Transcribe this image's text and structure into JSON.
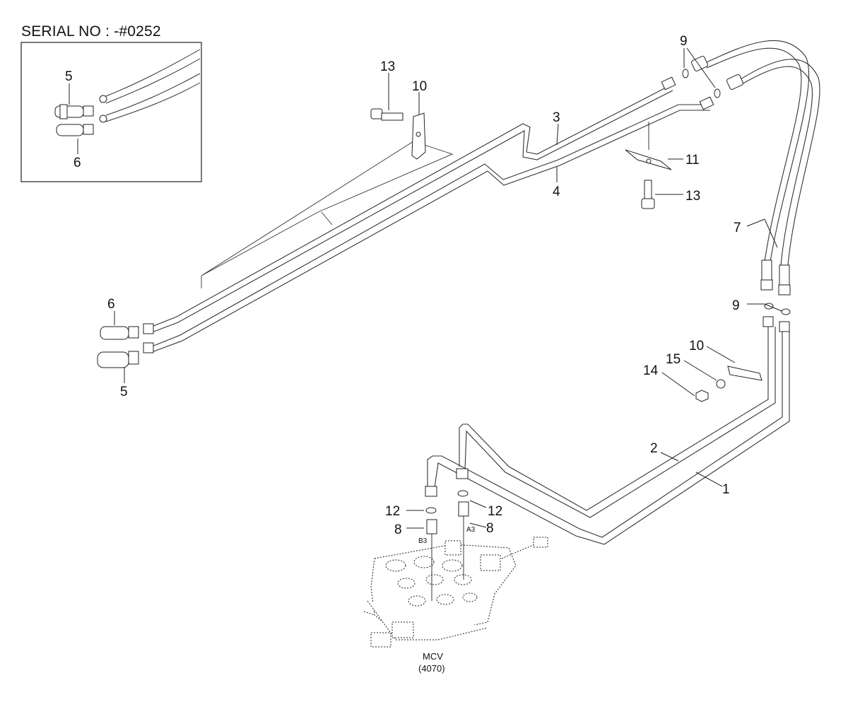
{
  "serial_note": "SERIAL NO : -#0252",
  "callouts": {
    "c1": "1",
    "c2": "2",
    "c3": "3",
    "c4": "4",
    "c5_inset": "5",
    "c6_inset": "6",
    "c5_main": "5",
    "c6_main": "6",
    "c7": "7",
    "c8_left": "8",
    "c8_right": "8",
    "c9_top": "9",
    "c9_mid": "9",
    "c10_top": "10",
    "c10_right": "10",
    "c11": "11",
    "c12_left": "12",
    "c12_right": "12",
    "c13_left": "13",
    "c13_right": "13",
    "c14": "14",
    "c15": "15"
  },
  "ports": {
    "b3": "B3",
    "a3": "A3"
  },
  "mcv": {
    "label": "MCV",
    "code": "(4070)"
  }
}
